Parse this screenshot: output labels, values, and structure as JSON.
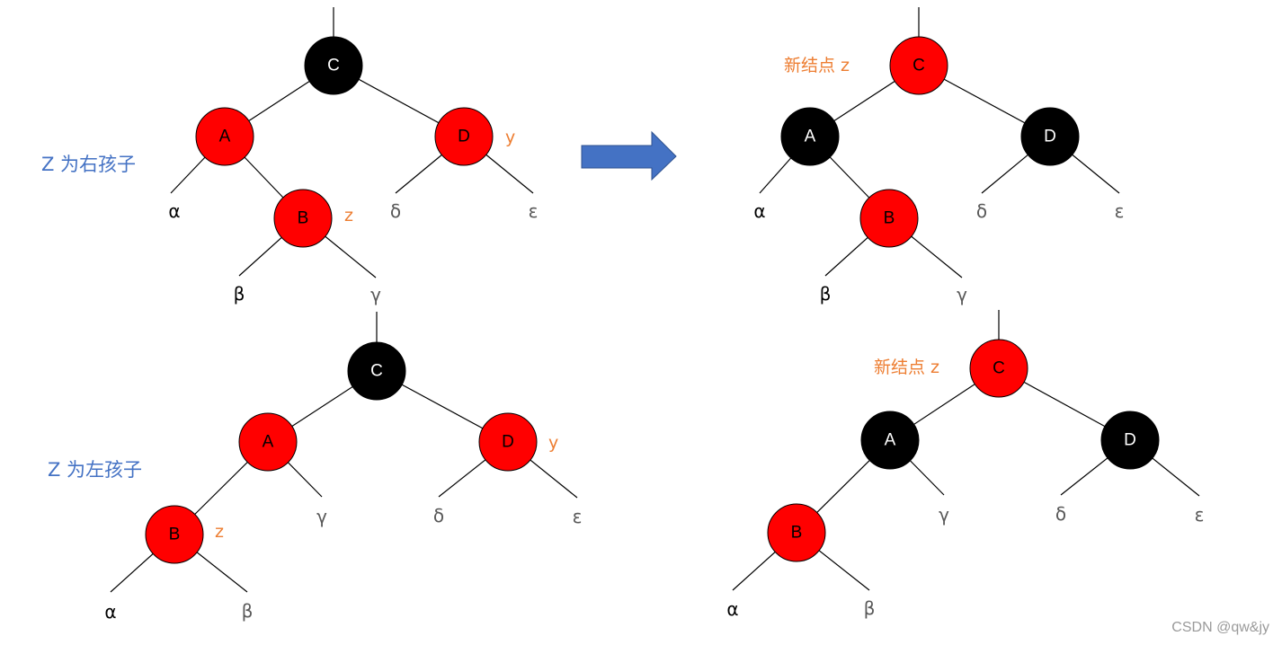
{
  "colors": {
    "red_node": "#ff0000",
    "black_node": "#000000",
    "node_text_on_red": "#000000",
    "node_text_on_black": "#ffffff",
    "orange_label": "#ed7d31",
    "blue_label": "#4472c4",
    "arrow_fill": "#4472c4",
    "arrow_stroke": "#2f528f",
    "leaf_dark": "#000000",
    "leaf_grey": "#595959",
    "watermark": "#9a9a9a"
  },
  "case_labels": {
    "right_child": "Z 为右孩子",
    "left_child": "Z 为左孩子"
  },
  "side_labels": {
    "z": "z",
    "y": "y",
    "new_node": "新结点 z"
  },
  "nodes": {
    "c": "C",
    "a": "A",
    "d": "D",
    "b": "B"
  },
  "leaves": {
    "alpha": "α",
    "beta": "β",
    "gamma": "γ",
    "delta": "δ",
    "epsilon": "ε"
  },
  "arrow_icon": "right-arrow-icon",
  "watermark": "CSDN @qw&jy"
}
